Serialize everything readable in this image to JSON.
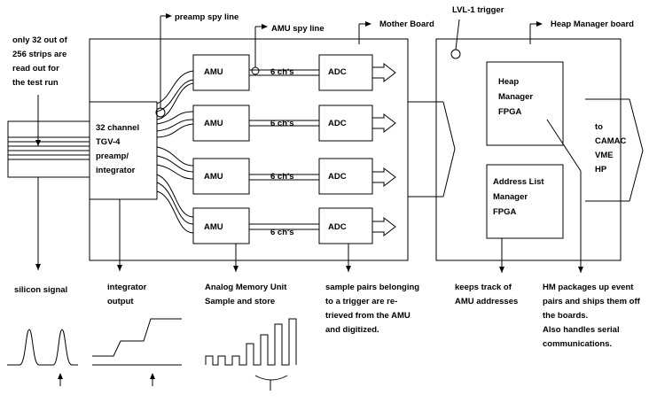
{
  "labels": {
    "preamp_spy": "preamp spy line",
    "amu_spy": "AMU spy line",
    "mother_board": "Mother Board",
    "lvl1_trigger": "LVL-1 trigger",
    "heap_manager_board": "Heap Manager board",
    "only32": [
      "only 32 out of",
      "256 strips are",
      "read out for",
      "the test run"
    ],
    "preamp": [
      "32 channel",
      "TGV-4",
      "preamp/",
      "integrator"
    ],
    "amu": "AMU",
    "channels": "6 ch's",
    "adc": "ADC",
    "hm_fpga": [
      "Heap",
      "Manager",
      "FPGA"
    ],
    "al_fpga": [
      "Address List",
      "Manager",
      "FPGA"
    ],
    "outputs": [
      "to",
      "CAMAC",
      "VME",
      "HP"
    ]
  },
  "captions": {
    "silicon": [
      "silicon signal"
    ],
    "integrator": [
      "integrator",
      "output"
    ],
    "amu": [
      "Analog Memory Unit",
      "Sample and store"
    ],
    "adc": [
      "sample pairs belonging",
      "to a trigger are re-",
      "trieved from the AMU",
      "and digitized."
    ],
    "al": [
      "keeps track of",
      "AMU addresses"
    ],
    "hm": [
      "HM packages up event",
      "pairs and ships them off",
      "the boards.",
      "Also handles serial",
      "communications."
    ]
  }
}
